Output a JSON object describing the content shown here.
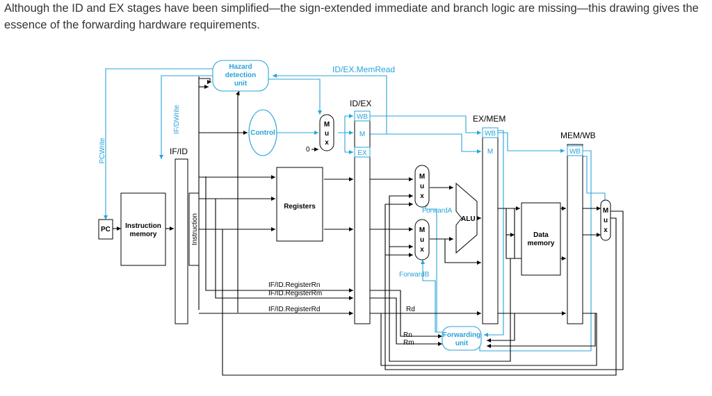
{
  "caption": "Although the ID and EX stages have been simplified—the sign-extended immediate and branch logic are missing—this drawing gives the essence of the forwarding hardware requirements.",
  "labels": {
    "hazard": [
      "Hazard",
      "detection",
      "unit"
    ],
    "idex_memread": "ID/EX.MemRead",
    "ifdwrite": "IF/DWrite",
    "pcwrite": "PCWrite",
    "if_id": "IF/ID",
    "id_ex": "ID/EX",
    "ex_mem": "EX/MEM",
    "mem_wb": "MEM/WB",
    "control": "Control",
    "zero": "0",
    "pc": "PC",
    "imem": [
      "Instruction",
      "memory"
    ],
    "instruction": "Instruction",
    "registers": "Registers",
    "alu": "ALU",
    "dmem": [
      "Data",
      "memory"
    ],
    "forwarding": [
      "Forwarding",
      "unit"
    ],
    "forward_a": "ForwardA",
    "forward_b": "ForwardB",
    "wb": "WB",
    "m": "M",
    "ex": "EX",
    "mux": [
      "M",
      "u",
      "x"
    ],
    "rn_sig": "IF/ID.RegisterRn",
    "rm_sig": "IF/ID.RegisterRm",
    "rd_sig": "IF/ID.RegisterRd",
    "rd": "Rd",
    "rn": "Rn",
    "rm": "Rm"
  },
  "colors": {
    "control_path": "#27a3d9",
    "data_path": "#000000",
    "caption": "#333333"
  }
}
